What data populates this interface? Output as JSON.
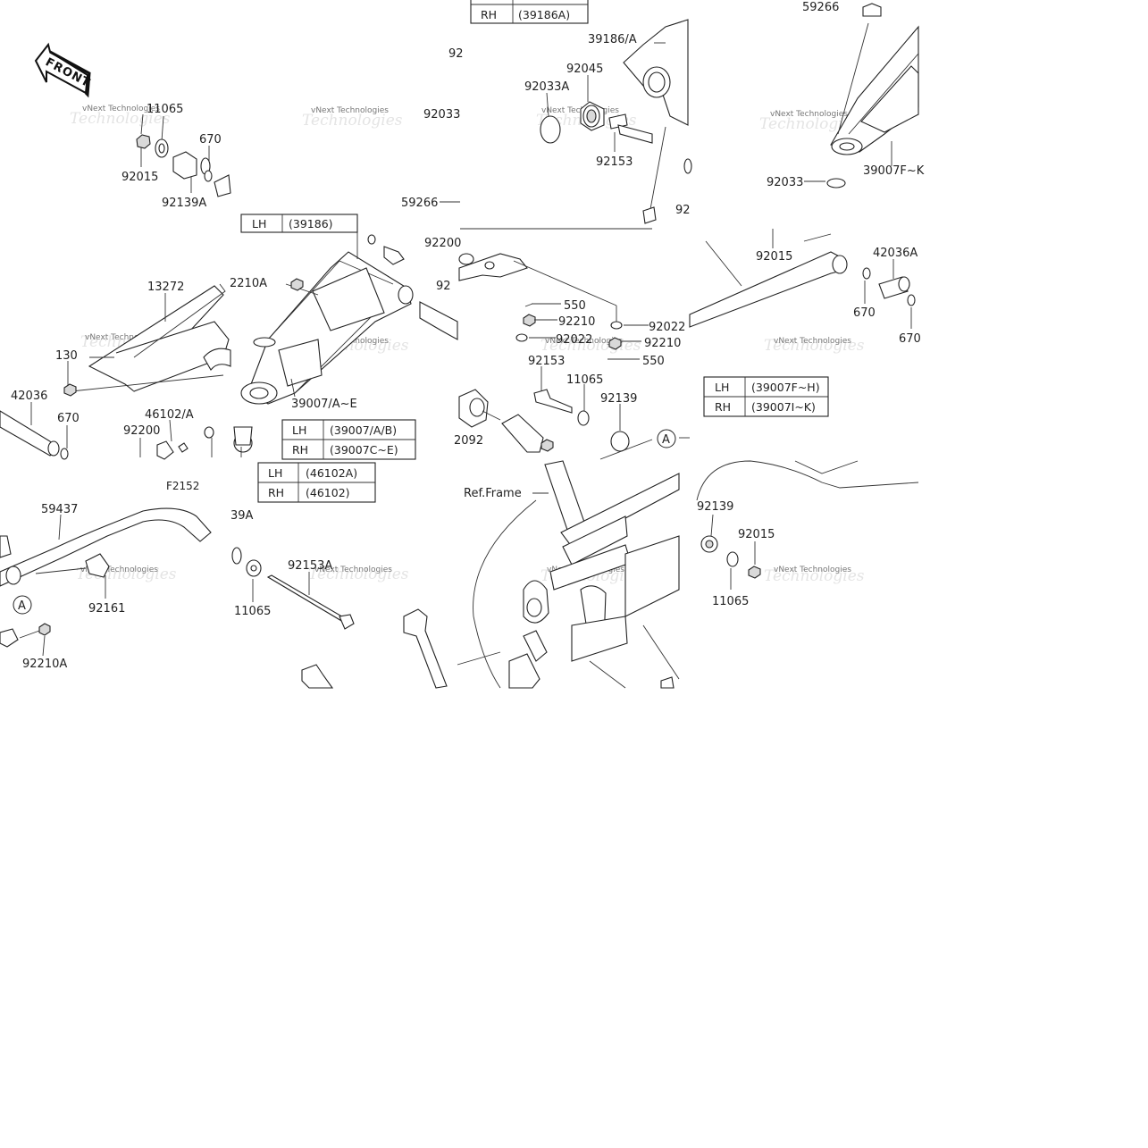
{
  "diagram": {
    "watermark_text": "vNext Technologies",
    "front_label": "FRONT",
    "ref_frame_label": "Ref.Frame",
    "figure_code": "F2152",
    "ref_marker": "A",
    "part_labels": [
      "11065",
      "92015",
      "92139A",
      "670",
      "2210A",
      "13272",
      "130",
      "42036",
      "670",
      "46102/A",
      "92200",
      "59437",
      "92161",
      "92210A",
      "39A",
      "11065",
      "92153A",
      "59266",
      "92200",
      "92033",
      "39186/A",
      "92045",
      "92033A",
      "92153",
      "550",
      "92210",
      "92022",
      "92022",
      "92210",
      "550",
      "92153",
      "11065",
      "92139",
      "2092",
      "59266",
      "39007F~K",
      "92033",
      "92015",
      "42036A",
      "670",
      "670",
      "92139",
      "92015",
      "11065",
      "39007/A~E",
      "92",
      "92",
      "92"
    ],
    "tables": {
      "t39186a": {
        "rows": [
          [
            "RH",
            "(39186A)"
          ]
        ]
      },
      "t39186": {
        "rows": [
          [
            "LH",
            "(39186)"
          ]
        ]
      },
      "t39007ae": {
        "rows": [
          [
            "LH",
            "(39007/A/B)"
          ],
          [
            "RH",
            "(39007C~E)"
          ]
        ]
      },
      "t46102": {
        "rows": [
          [
            "LH",
            "(46102A)"
          ],
          [
            "RH",
            "(46102)"
          ]
        ]
      },
      "t39007fk": {
        "rows": [
          [
            "LH",
            "(39007F~H)"
          ],
          [
            "RH",
            "(39007I~K)"
          ]
        ]
      }
    }
  }
}
